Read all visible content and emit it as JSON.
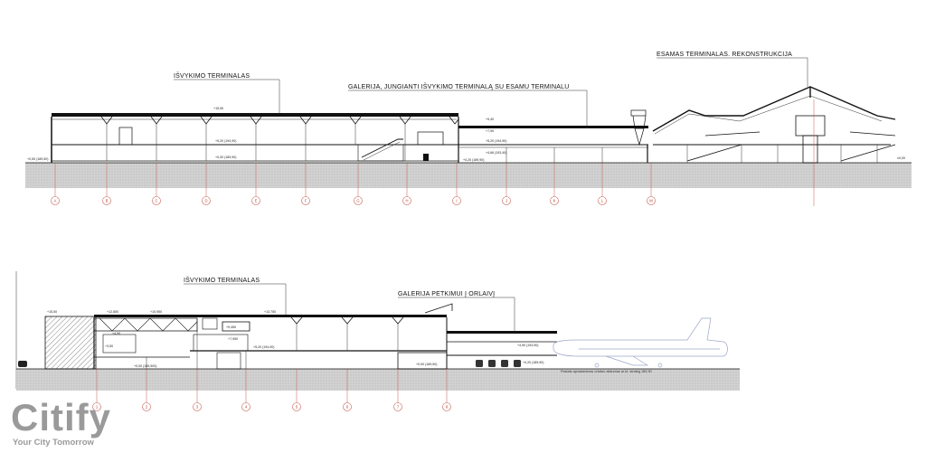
{
  "top_section": {
    "labels": {
      "departure_terminal": "IŠVYKIMO TERMINALAS",
      "gallery": "GALERIJA, JUNGIANTI IŠVYKIMO TERMINALĄ SU ESAMU TERMINALU",
      "existing_terminal": "ESAMAS TERMINALAS. REKONSTRUKCIJA"
    },
    "grid_axes": [
      "A",
      "B",
      "C",
      "D",
      "E",
      "F",
      "G",
      "H",
      "I",
      "J",
      "K",
      "L",
      "M"
    ],
    "levels": {
      "roof": "+15,50",
      "upper": "+5,20 (194,90)",
      "ground": "+0,00 (189,90)",
      "left": "+0,50 (189,50)",
      "gallery_roof": "+9,40",
      "gallery_mid": "+5,20 (194,90)",
      "gallery_low": "+4,66 (193,40)",
      "gallery_floor": "+0,20 (189,90)",
      "gallery_7": "+7,90",
      "existing": "±0,00"
    }
  },
  "bottom_section": {
    "labels": {
      "departure_terminal": "IŠVYKIMO TERMINALAS",
      "boarding_gallery": "GALERIJA PETKIMUI Į ORLAIVĮ"
    },
    "grid_axes": [
      "1",
      "2",
      "3",
      "4",
      "5",
      "6",
      "7",
      "8"
    ],
    "levels": {
      "left_roof": "+15,50",
      "roof_a": "+12,850",
      "roof_b": "+10,950",
      "roof_c": "+13,750",
      "mid_a": "+9,450",
      "mid_b": "+7,950",
      "mid_c": "+5,20 (194,90)",
      "ground_a": "+0,00 (189,500)",
      "ground_b": "+0,00 (189,50)",
      "ground_c": "+0,20 (189,90)",
      "bridge": "+4,90 (193,90)",
      "low_b": "+4,50",
      "low_a": "+3,50"
    },
    "note": "Pastato apvadavimas orlaivio atstumas ar kt. strateg 189,90"
  },
  "logo": {
    "word": "Citify",
    "tagline": "Your City Tomorrow"
  },
  "colors": {
    "grid": "#c65b4f",
    "line": "#111111",
    "logo": "#9a9a9a"
  }
}
